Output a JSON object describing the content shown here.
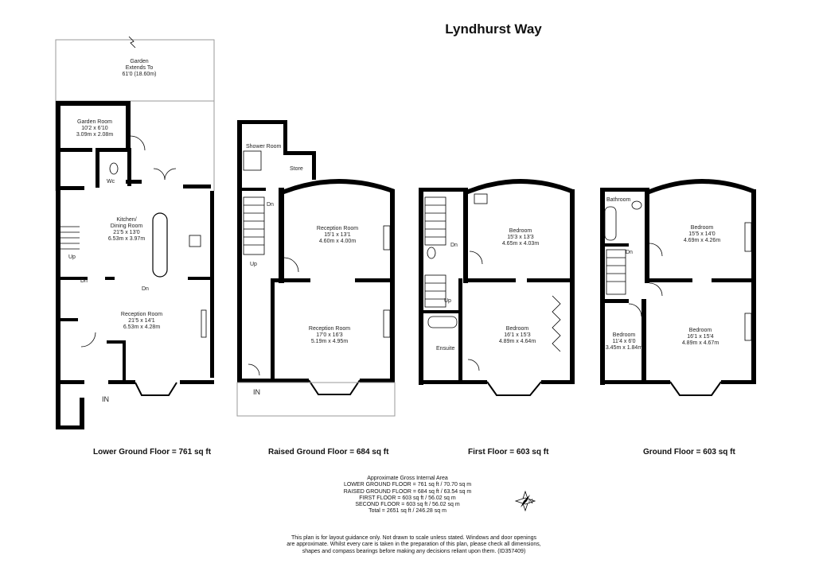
{
  "title": "Lyndhurst Way",
  "floors": [
    {
      "label": "Lower Ground Floor = 761 sq ft",
      "rooms": [
        {
          "name": "Garden",
          "line2": "Extends To",
          "line3": "61'0 (18.60m)"
        },
        {
          "name": "Garden Room",
          "line2": "10'2 x 6'10",
          "line3": "3.09m x 2.08m"
        },
        {
          "name": "Kitchen/",
          "line2": "Dining Room",
          "line3": "21'5 x 13'0",
          "line4": "6.53m x 3.97m"
        },
        {
          "name": "Reception Room",
          "line2": "21'5 x 14'1",
          "line3": "6.53m x 4.28m"
        }
      ],
      "marks": {
        "wc": "Wc",
        "up": "Up",
        "dn1": "Dn",
        "dn2": "Dn",
        "in": "IN"
      }
    },
    {
      "label": "Raised Ground Floor = 684 sq ft",
      "rooms": [
        {
          "name": "Shower Room"
        },
        {
          "name": "Store"
        },
        {
          "name": "Reception Room",
          "line2": "15'1 x 13'1",
          "line3": "4.60m x 4.00m"
        },
        {
          "name": "Reception Room",
          "line2": "17'0 x 16'3",
          "line3": "5.19m x 4.95m"
        }
      ],
      "marks": {
        "dn": "Dn",
        "up": "Up",
        "in": "IN"
      }
    },
    {
      "label": "First Floor = 603 sq ft",
      "rooms": [
        {
          "name": "Bedroom",
          "line2": "15'3 x 13'3",
          "line3": "4.65m x 4.03m"
        },
        {
          "name": "Bedroom",
          "line2": "16'1 x 15'3",
          "line3": "4.89m x 4.64m"
        },
        {
          "name": "Ensuite"
        }
      ],
      "marks": {
        "dn": "Dn",
        "up": "Up"
      }
    },
    {
      "label": "Ground Floor = 603 sq ft",
      "rooms": [
        {
          "name": "Bathroom"
        },
        {
          "name": "Bedroom",
          "line2": "15'5 x 14'0",
          "line3": "4.69m x 4.26m"
        },
        {
          "name": "Bedroom",
          "line2": "11'4 x 6'0",
          "line3": "3.45m x 1.84m"
        },
        {
          "name": "Bedroom",
          "line2": "16'1 x 15'4",
          "line3": "4.89m x 4.67m"
        }
      ],
      "marks": {
        "dn": "Dn"
      }
    }
  ],
  "area": {
    "heading": "Approximate Gross Internal Area",
    "lines": [
      "LOWER GROUND FLOOR = 761 sq ft / 70.70 sq m",
      "RAISED GROUND FLOOR = 684 sq ft / 63.54 sq m",
      "FIRST FLOOR = 603 sq ft / 56.02 sq m",
      "SECOND FLOOR = 603 sq ft / 56.02 sq m",
      "Total = 2651 sq ft / 246.28 sq m"
    ]
  },
  "compass": "N",
  "disclaimer": [
    "This plan is for layout guidance only. Not drawn to scale unless stated. Windows and door openings",
    "are approximate. Whilst every care is taken in the preparation of this plan, please check all dimensions,",
    "shapes and compass bearings before making any decisions reliant upon them. (ID357409)"
  ]
}
